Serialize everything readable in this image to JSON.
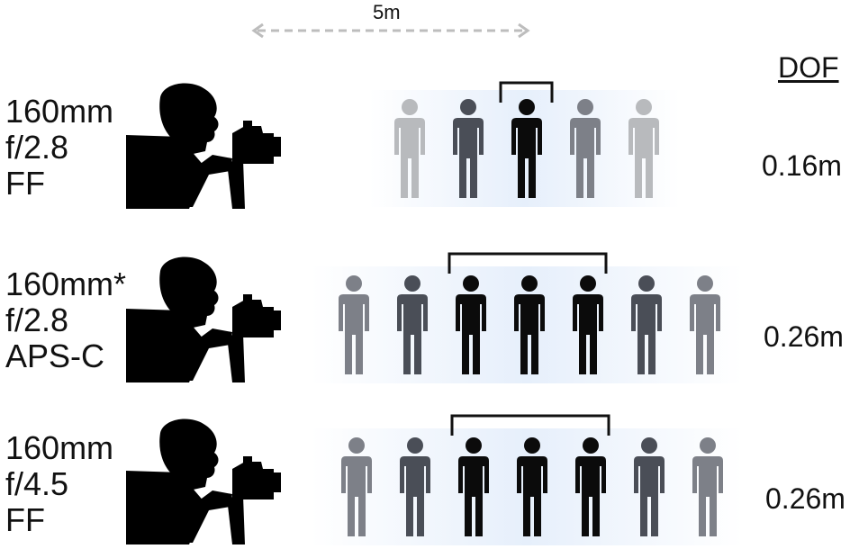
{
  "distance": {
    "label": "5m"
  },
  "dof_header": "DOF",
  "colors": {
    "in_focus": "#0b0b0b",
    "near_focus": "#4a4e57",
    "mid_blur": "#7d8088",
    "far_blur": "#b8babd",
    "background_band": "#e6effb",
    "bracket": "#111111",
    "arrow": "#bdbdbd"
  },
  "icons": {
    "photographer": "photographer-silhouette-icon",
    "person": "person-icon",
    "bracket": "dof-bracket",
    "arrow": "double-arrow-icon"
  },
  "rows": [
    {
      "spec": {
        "focal_length": "160mm",
        "aperture": "f/2.8",
        "sensor": "FF"
      },
      "dof": "0.16m",
      "figures": 5,
      "in_focus": 1,
      "figure_tones": [
        "far_blur",
        "near_focus",
        "in_focus",
        "mid_blur",
        "far_blur"
      ]
    },
    {
      "spec": {
        "focal_length": "160mm*",
        "aperture": "f/2.8",
        "sensor": "APS-C"
      },
      "dof": "0.26m",
      "figures": 7,
      "in_focus": 3,
      "figure_tones": [
        "mid_blur",
        "near_focus",
        "in_focus",
        "in_focus",
        "in_focus",
        "near_focus",
        "mid_blur"
      ]
    },
    {
      "spec": {
        "focal_length": "160mm",
        "aperture": "f/4.5",
        "sensor": "FF"
      },
      "dof": "0.26m",
      "figures": 7,
      "in_focus": 3,
      "figure_tones": [
        "mid_blur",
        "near_focus",
        "in_focus",
        "in_focus",
        "in_focus",
        "near_focus",
        "mid_blur"
      ]
    }
  ]
}
